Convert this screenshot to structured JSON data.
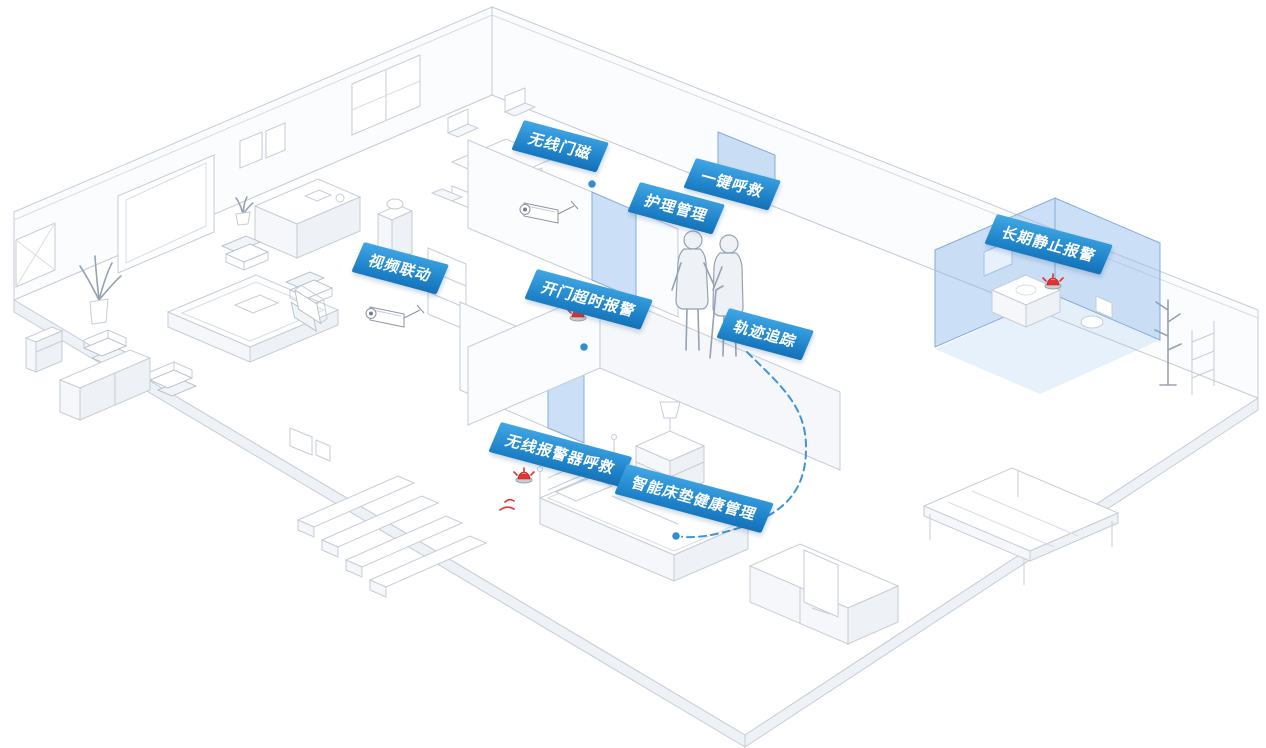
{
  "diagram": {
    "type": "isometric-smart-eldercare-floorplan",
    "labels": {
      "wireless_door_sensor": "无线门磁",
      "care_management": "护理管理",
      "one_key_sos": "一键呼救",
      "video_linkage": "视频联动",
      "door_open_timeout_alarm": "开门超时报警",
      "trajectory_tracking": "轨迹追踪",
      "long_stillness_alarm": "长期静止报警",
      "wireless_alarm_sos": "无线报警器呼救",
      "smart_mattress_health": "智能床垫健康管理"
    },
    "icons": {
      "camera": "surveillance-camera-icon",
      "siren": "alarm-siren-icon",
      "dot": "connector-dot",
      "trajectory": "trajectory-dashed-path"
    },
    "colors": {
      "banner_blue_top": "#41a7e4",
      "banner_blue_bottom": "#1470b6",
      "highlight_blue": "#8cb9eb",
      "line_gray": "#c6cdd7",
      "alarm_red": "#e23333",
      "dot_blue": "#2e8fd6"
    }
  }
}
